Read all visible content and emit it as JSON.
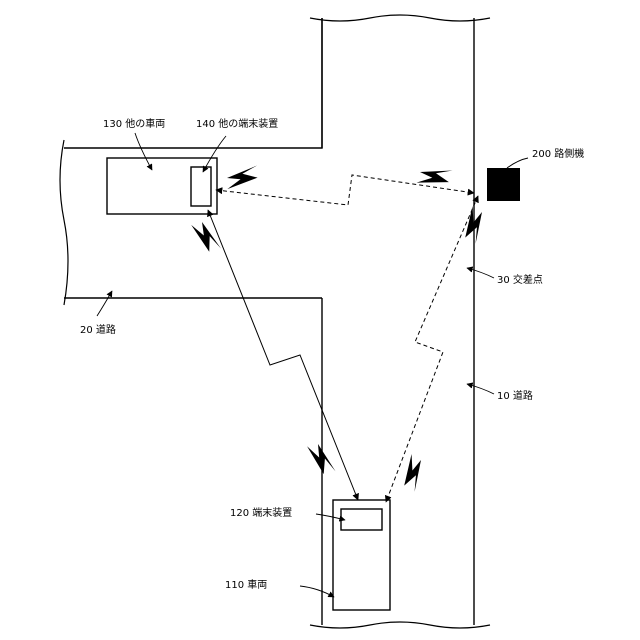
{
  "labels": {
    "other_vehicle": "130 他の車両",
    "other_terminal": "140 他の端末装置",
    "roadside_unit": "200 路側機",
    "intersection": "30 交差点",
    "road_20": "20 道路",
    "road_10": "10 道路",
    "terminal": "120 端末装置",
    "vehicle": "110 車両"
  },
  "icons": {
    "wireless": "lightning-bolt-icon"
  }
}
